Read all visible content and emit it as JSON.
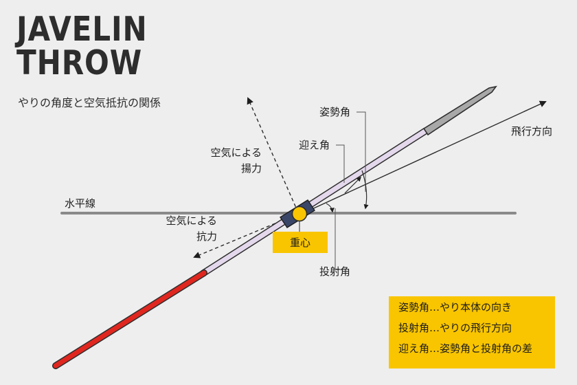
{
  "title": {
    "line1": "JAVELIN",
    "line2": "THROW"
  },
  "subtitle": "やりの角度と空気抵抗の関係",
  "labels": {
    "horizon": "水平線",
    "attitude": "姿勢角",
    "attack": "迎え角",
    "flight": "飛行方向",
    "lift_line1": "空気による",
    "lift_line2": "揚力",
    "drag_line1": "空気による",
    "drag_line2": "抗力",
    "cog": "重心",
    "launch": "投射角"
  },
  "legend": [
    "姿勢角…やり本体の向き",
    "投射角…やりの飛行方向",
    "迎え角…姿勢角と投射角の差"
  ],
  "colors": {
    "background": "#eeeeee",
    "accent_yellow": "#f9c500",
    "javelin_tail_red": "#e0271f",
    "javelin_shaft": "#e3d8ec",
    "javelin_tip_gray": "#a8a8a8",
    "grip_navy": "#3a4668",
    "ink": "#2d2d2d"
  }
}
